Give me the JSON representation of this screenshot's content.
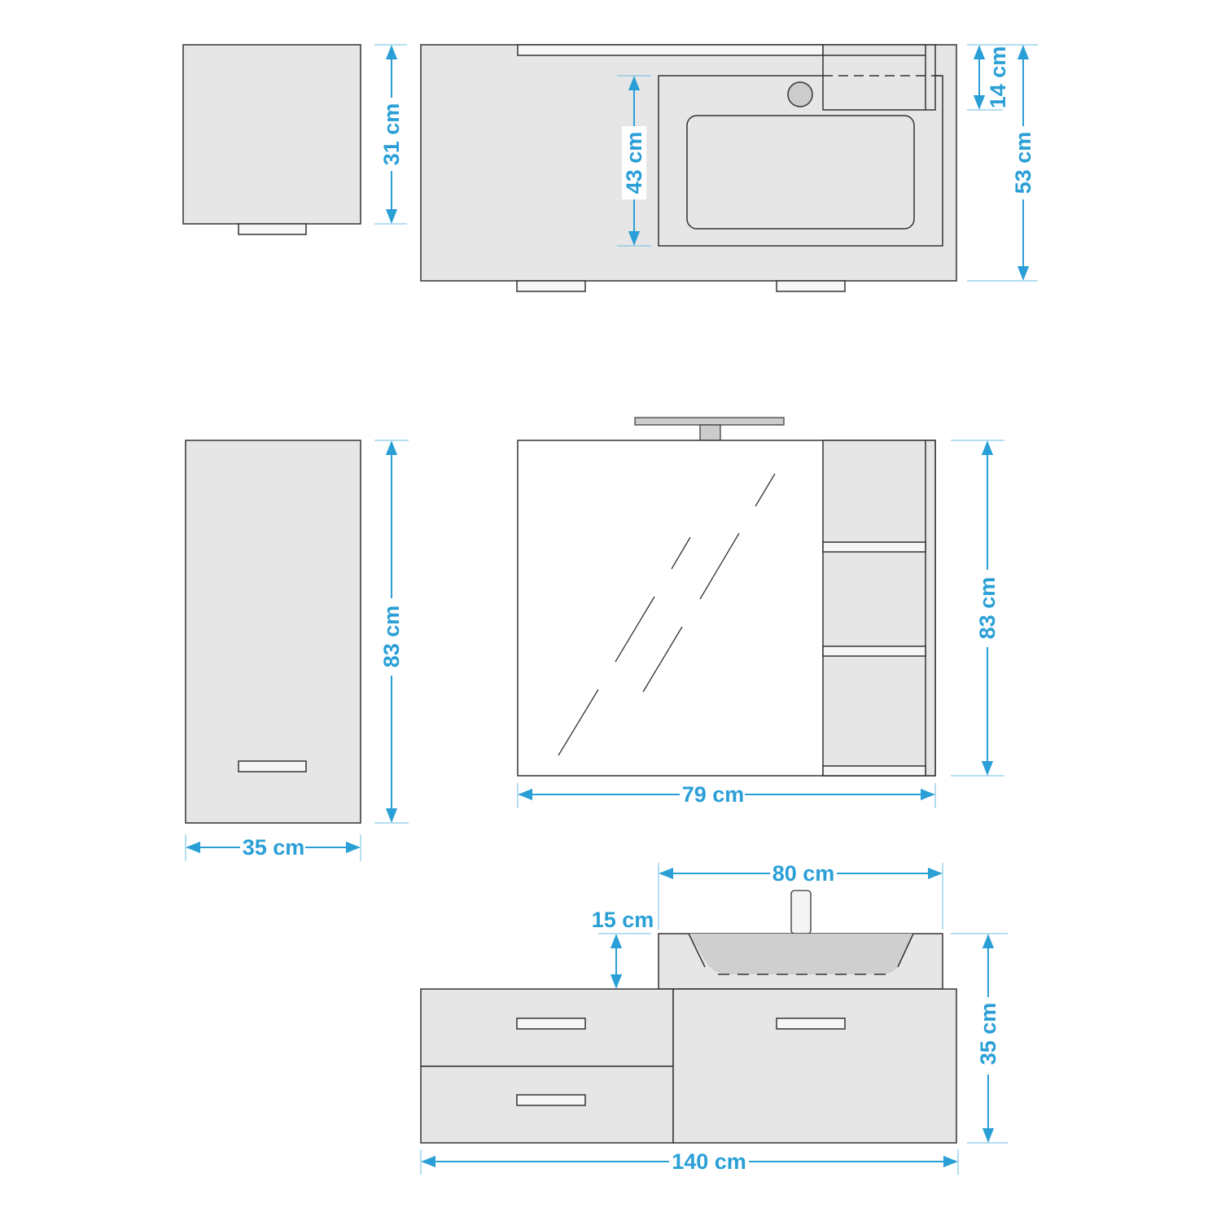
{
  "colors": {
    "accent": "#2a9fd6",
    "panel": "#e6e6e6",
    "outline": "#333333"
  },
  "top_view": {
    "small_cabinet_depth": "31 cm",
    "basin_depth": "43 cm",
    "mirror_depth": "14 cm",
    "vanity_depth": "53 cm"
  },
  "front_view": {
    "tall_cabinet_height": "83 cm",
    "tall_cabinet_width": "35 cm",
    "mirror_height": "83 cm",
    "mirror_width": "79 cm"
  },
  "vanity": {
    "basin_width": "80 cm",
    "basin_height": "15 cm",
    "vanity_height": "35 cm",
    "vanity_width": "140 cm"
  }
}
